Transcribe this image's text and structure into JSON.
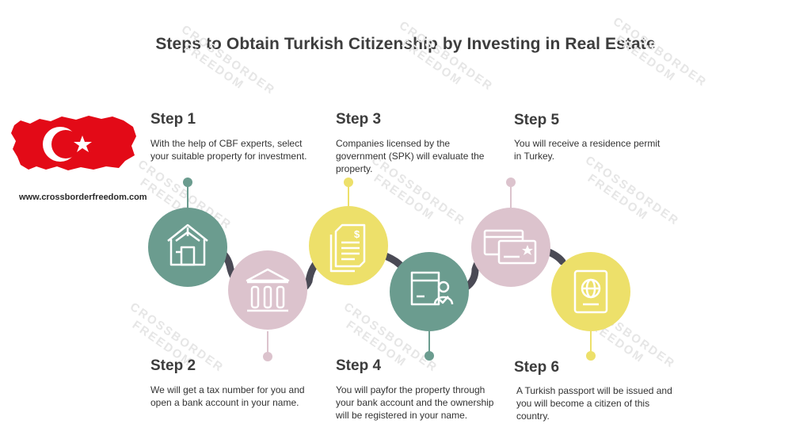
{
  "title": "Steps to Obtain Turkish Citizenship by Investing in Real Estate",
  "website": "www.crossborderfreedom.com",
  "watermark_text": "CROSSBORDER FREEDOM",
  "colors": {
    "teal": "#6b9c8f",
    "pink": "#dcc3cd",
    "yellow": "#ede06a",
    "connector": "#4a4a55",
    "flag_red": "#e30a17"
  },
  "steps": [
    {
      "title": "Step 1",
      "text": "With the help of CBF experts, select your suitable property for investment.",
      "icon": "house-icon",
      "color": "teal"
    },
    {
      "title": "Step 2",
      "text": "We will get a tax number for you and open a bank account in your name.",
      "icon": "bank-icon",
      "color": "pink"
    },
    {
      "title": "Step 3",
      "text": "Companies licensed by the government (SPK) will evaluate the property.",
      "icon": "document-icon",
      "color": "yellow"
    },
    {
      "title": "Step 4",
      "text": "You will payfor the property through your bank account and the ownership will be registered in your name.",
      "icon": "property-owner-icon",
      "color": "teal"
    },
    {
      "title": "Step 5",
      "text": "You will receive a residence permit in Turkey.",
      "icon": "residence-cards-icon",
      "color": "pink"
    },
    {
      "title": "Step 6",
      "text": "A Turkish passport will be issued and you will become a citizen of this country.",
      "icon": "passport-icon",
      "color": "yellow"
    }
  ]
}
